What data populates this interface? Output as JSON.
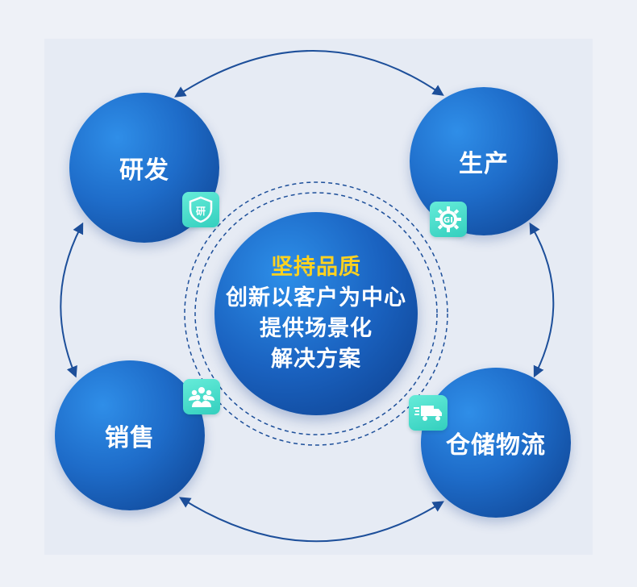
{
  "center": {
    "highlight": "坚持品质",
    "lines": [
      "创新以客户为中心",
      "提供场景化",
      "解决方案"
    ]
  },
  "nodes": {
    "rd": "研发",
    "production": "生产",
    "warehouse": "仓储物流",
    "sales": "销售"
  },
  "badges": {
    "rd_text": "研",
    "production_text": "GI",
    "rd_icon": "shield-icon",
    "production_icon": "gear-icon",
    "sales_icon": "people-group-icon",
    "warehouse_icon": "truck-icon"
  },
  "colors": {
    "node_blue": "#1e6cc9",
    "node_dark": "#0d3f8c",
    "badge_teal": "#3fd6c4",
    "highlight_yellow": "#ffd21f",
    "arrow": "#1d4f9a"
  }
}
